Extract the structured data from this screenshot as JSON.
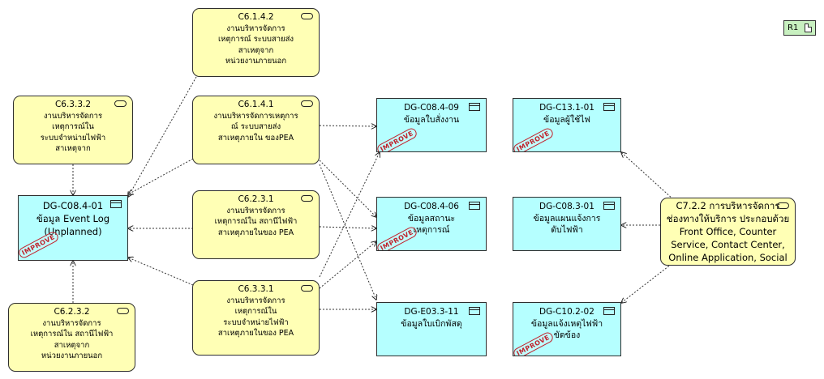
{
  "legend": {
    "label": "R1"
  },
  "stamp_text": "IMPROVE",
  "colors": {
    "process_fill": "#ffffb5",
    "data_fill": "#b5ffff",
    "stamp": "#c0202a",
    "legend_fill": "#c8f0c0"
  },
  "nodes": {
    "p6142": {
      "lines": [
        "C6.1.4.2",
        "งานบริหารจัดการ",
        "เหตุการณ์ ระบบสายส่ง",
        "สาเหตุจาก",
        "หน่วยงานภายนอก"
      ]
    },
    "p6332a": {
      "lines": [
        "C6.3.3.2",
        "งานบริหารจัดการ",
        "เหตุการณ์ใน",
        "ระบบจำหน่ายไฟฟ้า",
        "สาเหตุจาก"
      ]
    },
    "p6141": {
      "lines": [
        "C6.1.4.1",
        "งานบริหารจัดการเหตุการ",
        "ณ์ ระบบสายส่ง",
        "สาเหตุภายใน ของPEA"
      ]
    },
    "p6231": {
      "lines": [
        "C6.2.3.1",
        "งานบริหารจัดการ",
        "เหตุการณ์ใน สถานีไฟฟ้า",
        "สาเหตุภายในของ PEA"
      ]
    },
    "p6331": {
      "lines": [
        "C6.3.3.1",
        "งานบริหารจัดการ",
        "เหตุการณ์ใน",
        "ระบบจำหน่ายไฟฟ้า",
        "สาเหตุภายในของ PEA"
      ]
    },
    "p6232": {
      "lines": [
        "C6.2.3.2",
        "งานบริหารจัดการ",
        "เหตุการณ์ใน สถานีไฟฟ้า",
        "สาเหตุจาก",
        "หน่วยงานภายนอก"
      ]
    },
    "p7222": {
      "lines": [
        "C7.2.2 การบริหารจัดการ",
        "ช่องทางให้บริการ ประกอบด้วย",
        "Front Office, Counter",
        "Service, Contact Center,",
        "Online Application, Social"
      ]
    },
    "d08401": {
      "lines": [
        "DG-C08.4-01",
        "ข้อมูล Event Log",
        "(Unplanned)"
      ]
    },
    "d08409": {
      "lines": [
        "DG-C08.4-09",
        "ข้อมูลใบสั่งงาน"
      ]
    },
    "d08406": {
      "lines": [
        "DG-C08.4-06",
        "ข้อมูลสถานะ",
        "เหตุการณ์"
      ]
    },
    "d03311": {
      "lines": [
        "DG-E03.3-11",
        "ข้อมูลใบเบิกพัสดุ"
      ]
    },
    "d13101": {
      "lines": [
        "DG-C13.1-01",
        "ข้อมูลผู้ใช้ไฟ"
      ]
    },
    "d08301": {
      "lines": [
        "DG-C08.3-01",
        "ข้อมูลแผนแจ้งการ",
        "ดับไฟฟ้า"
      ]
    },
    "d10202": {
      "lines": [
        "DG-C10.2-02",
        "ข้อมูลแจ้งเหตุไฟฟ้า",
        "ขัดข้อง"
      ]
    }
  }
}
